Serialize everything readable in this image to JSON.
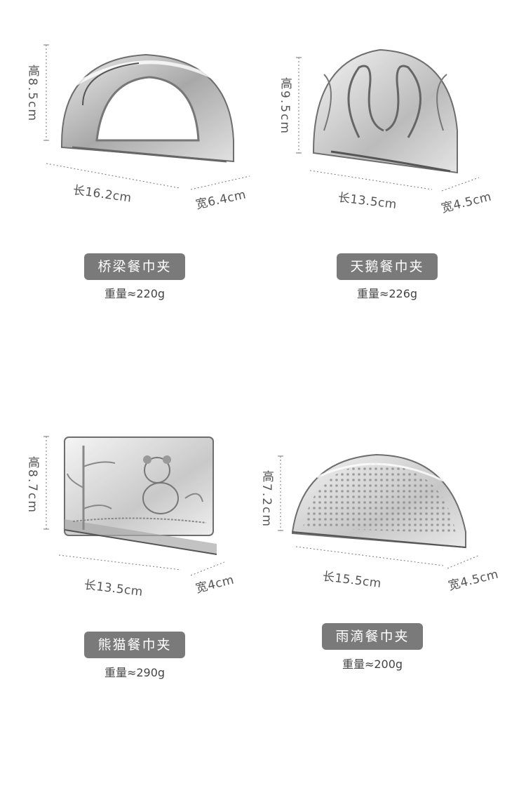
{
  "products": [
    {
      "name": "桥梁餐巾夹",
      "weight": "重量≈220g",
      "height_label": "高8.5cm",
      "length_label": "长16.2cm",
      "width_label": "宽6.4cm"
    },
    {
      "name": "天鹅餐巾夹",
      "weight": "重量≈226g",
      "height_label": "高9.5cm",
      "length_label": "长13.5cm",
      "width_label": "宽4.5cm"
    },
    {
      "name": "熊猫餐巾夹",
      "weight": "重量≈290g",
      "height_label": "高8.7cm",
      "length_label": "长13.5cm",
      "width_label": "宽4cm"
    },
    {
      "name": "雨滴餐巾夹",
      "weight": "重量≈200g",
      "height_label": "高7.2cm",
      "length_label": "长15.5cm",
      "width_label": "宽4.5cm"
    }
  ]
}
